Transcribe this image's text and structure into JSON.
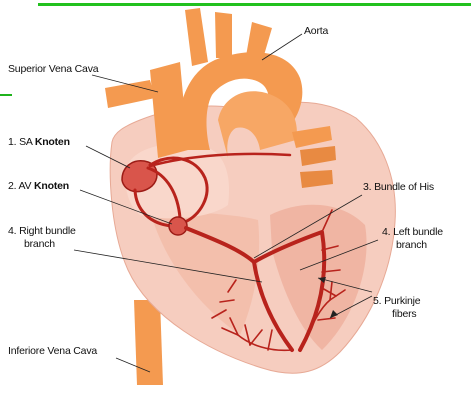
{
  "colors": {
    "accent_bar": "#22c11e",
    "vessel": "#f49a50",
    "vessel_dark": "#e07b2e",
    "heart_fill": "#f6cdbf",
    "heart_shade": "#f3b8a6",
    "conduction": "#b8231c",
    "leader": "#222222"
  },
  "labels": {
    "aorta": "Aorta",
    "svc": "Superior Vena Cava",
    "sa_prefix": "1. SA ",
    "sa_bold": "Knoten",
    "av_prefix": "2. AV ",
    "av_bold": "Knoten",
    "bundle_his": "3. Bundle of His",
    "right_bundle_1": "4. Right bundle",
    "right_bundle_2": "branch",
    "left_bundle_1": "4. Left bundle",
    "left_bundle_2": "branch",
    "purkinje_1": "5. Purkinje",
    "purkinje_2": "fibers",
    "ivc": "Inferiore Vena Cava"
  }
}
